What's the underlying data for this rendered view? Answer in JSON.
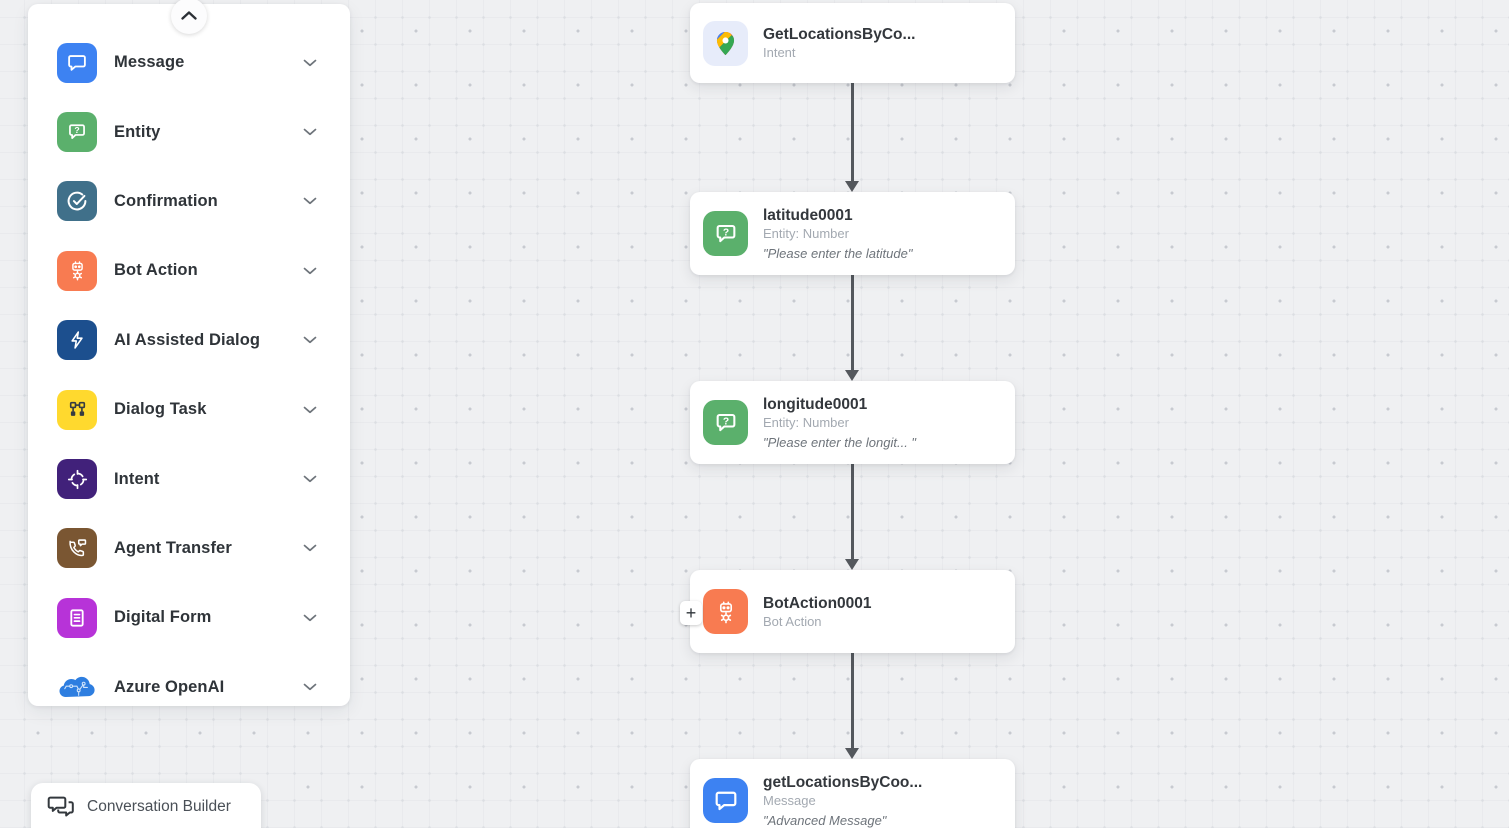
{
  "sidebar": {
    "items": [
      {
        "label": "Message",
        "icon": "message-icon",
        "color": "#3D82F2"
      },
      {
        "label": "Entity",
        "icon": "entity-icon",
        "color": "#5BB06C"
      },
      {
        "label": "Confirmation",
        "icon": "confirmation-icon",
        "color": "#40708A"
      },
      {
        "label": "Bot Action",
        "icon": "bot-action-icon",
        "color": "#F87B51"
      },
      {
        "label": "AI Assisted Dialog",
        "icon": "ai-assisted-icon",
        "color": "#1C4F8E"
      },
      {
        "label": "Dialog Task",
        "icon": "dialog-task-icon",
        "color": "#FFD92E"
      },
      {
        "label": "Intent",
        "icon": "intent-icon",
        "color": "#41217A"
      },
      {
        "label": "Agent Transfer",
        "icon": "agent-transfer-icon",
        "color": "#7A5632"
      },
      {
        "label": "Digital Form",
        "icon": "digital-form-icon",
        "color": "#B733D8"
      },
      {
        "label": "Azure OpenAI",
        "icon": "azure-openai-icon",
        "color": "#2E7EE0"
      }
    ]
  },
  "flow": {
    "nodes": [
      {
        "title": "GetLocationsByCo...",
        "subtitle": "Intent",
        "quote": "",
        "icon": "google-maps-pin-icon",
        "icon_bg": "#E7ECFA"
      },
      {
        "title": "latitude0001",
        "subtitle": "Entity: Number",
        "quote": "\"Please enter the latitude\"",
        "icon": "entity-icon",
        "icon_bg": "#5BB06C"
      },
      {
        "title": "longitude0001",
        "subtitle": "Entity: Number",
        "quote": "\"Please enter the longit...  \"",
        "icon": "entity-icon",
        "icon_bg": "#5BB06C"
      },
      {
        "title": "BotAction0001",
        "subtitle": "Bot Action",
        "quote": "",
        "icon": "bot-action-icon",
        "icon_bg": "#F87B51"
      },
      {
        "title": "getLocationsByCoo...",
        "subtitle": "Message",
        "quote": "\"Advanced Message\"",
        "icon": "message-icon",
        "icon_bg": "#3D82F2"
      }
    ],
    "add_node_label": "+"
  },
  "footer": {
    "conversation_builder_label": "Conversation Builder"
  }
}
